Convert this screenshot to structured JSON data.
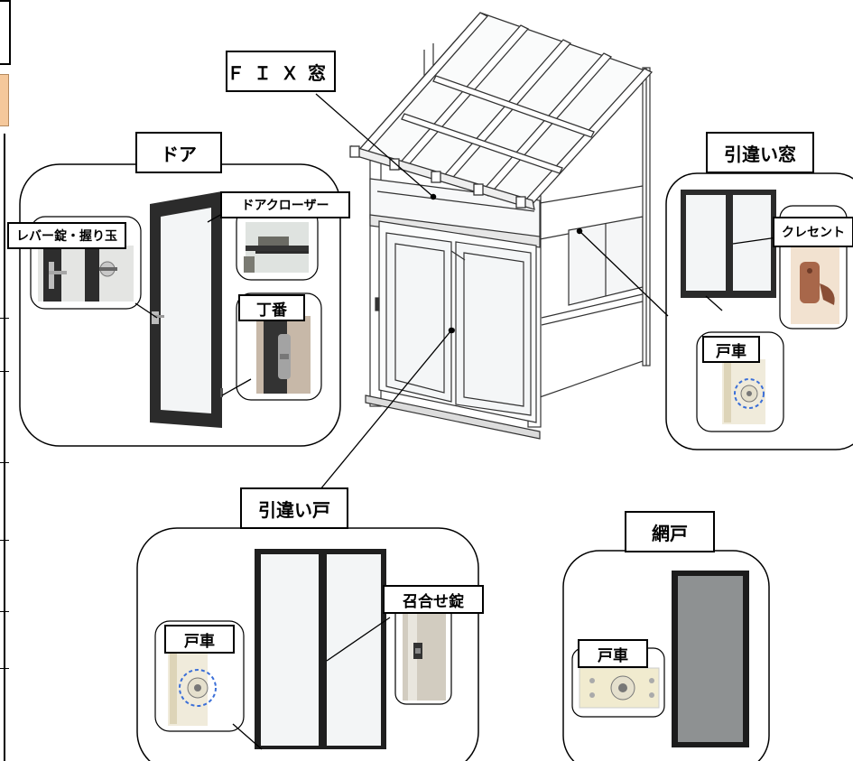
{
  "labels": {
    "fix_window": "ＦＩＸ窓",
    "door": "ドア",
    "door_closer": "ドアクローザー",
    "lever_lock": "レバー錠・握り玉",
    "hinge": "丁番",
    "sliding_window": "引違い窓",
    "crescent": "クレセント",
    "window_roller": "戸車",
    "sliding_door": "引違い戸",
    "meeting_lock": "召合せ錠",
    "sliding_door_roller": "戸車",
    "screen_door": "網戸",
    "screen_roller": "戸車"
  },
  "colors": {
    "frame": "#2b2b2b",
    "glass": "#f3f5f6",
    "screen_mesh": "#8e9192",
    "crescent_brown": "#a8674a",
    "roller_ring": "#3b6fd8",
    "accent_tab": "#f5c89b"
  }
}
